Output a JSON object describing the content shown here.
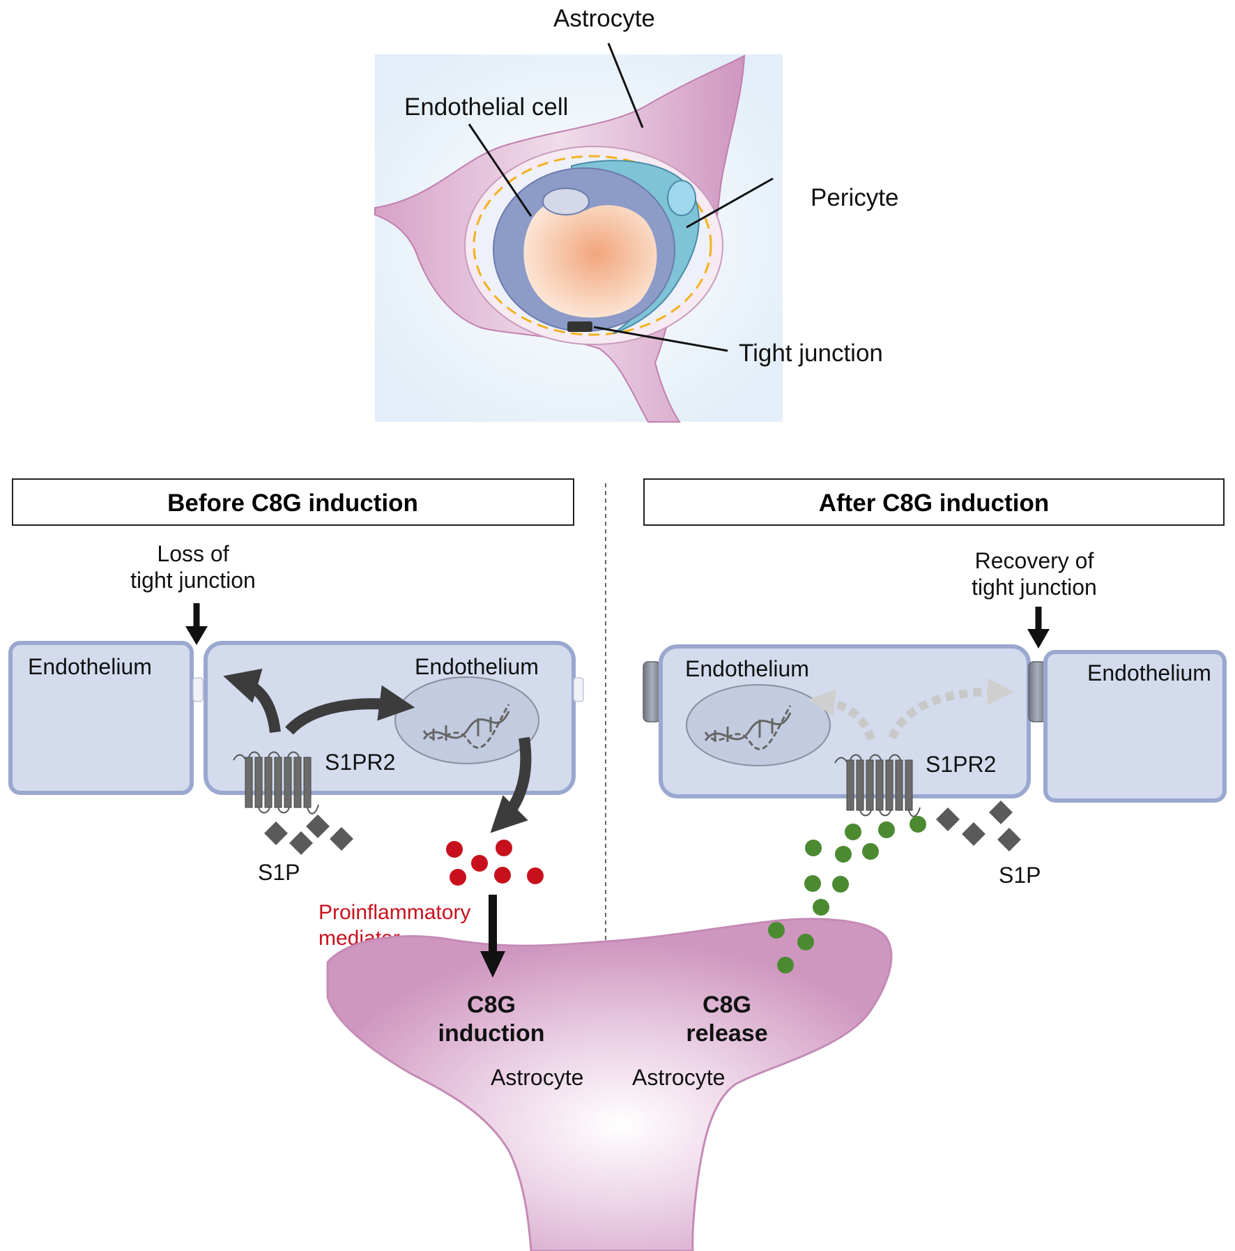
{
  "top_diagram": {
    "astrocyte_label": "Astrocyte",
    "endothelial_label": "Endothelial cell",
    "pericyte_label": "Pericyte",
    "tight_junction_label": "Tight junction"
  },
  "left_panel": {
    "header": "Before C8G induction",
    "tj_note_line1": "Loss of",
    "tj_note_line2": "tight junction",
    "endothelium_left": "Endothelium",
    "endothelium_main": "Endothelium",
    "receptor": "S1PR2",
    "ligand": "S1P",
    "mediator_line1": "Proinflammatory",
    "mediator_line2": "mediator",
    "astro_line1": "C8G",
    "astro_line2": "induction",
    "astrocyte": "Astrocyte"
  },
  "right_panel": {
    "header": "After C8G induction",
    "tj_note_line1": "Recovery of",
    "tj_note_line2": "tight junction",
    "endothelium_main": "Endothelium",
    "endothelium_right": "Endothelium",
    "receptor": "S1PR2",
    "ligand": "S1P",
    "astro_line1": "C8G",
    "astro_line2": "release",
    "astrocyte": "Astrocyte"
  },
  "colors": {
    "astrocyte_pink": "#cf9cc2",
    "endothelium_fill": "#d3dbed",
    "endothelium_edge": "#9aa8cf",
    "endothelial_ring": "#8c9bc7",
    "pericyte_teal": "#7fc3d6",
    "basement_dash": "#f2b21c",
    "mediator_red": "#c8101c",
    "c8g_green": "#4c8a32",
    "arrow_dark": "#3c3c3c",
    "arrow_faded": "#c8c8c8"
  }
}
